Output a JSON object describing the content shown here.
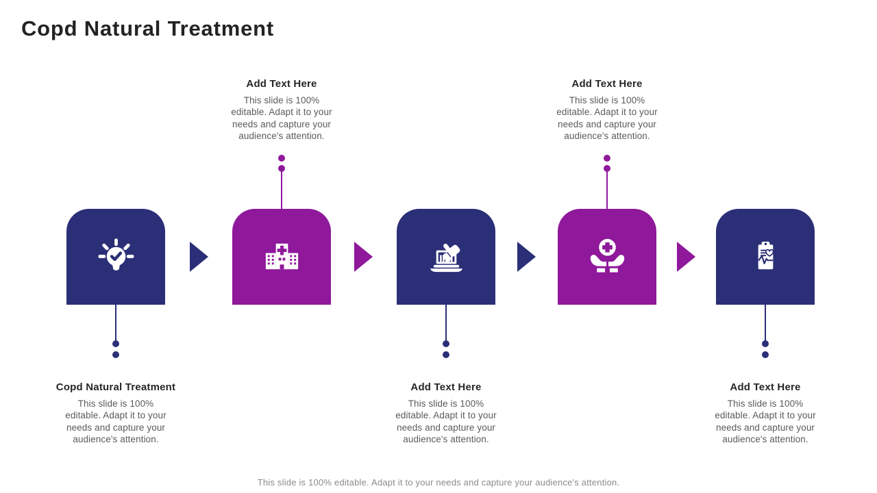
{
  "title": "Copd Natural Treatment",
  "footer": "This slide is 100% editable. Adapt it to your needs and capture your audience's attention.",
  "colors": {
    "navy": "#2B2F77",
    "purple": "#8F189B",
    "heading_text": "#262626",
    "body_text": "#5A5A5A",
    "footer_text": "#8A8A8A"
  },
  "steps": [
    {
      "icon": "lightbulb-check-icon",
      "tile_color": "navy",
      "text_position": "below",
      "heading": "Copd Natural Treatment",
      "body": "This slide is 100%\neditable. Adapt it to your\nneeds and capture your\naudience's attention."
    },
    {
      "icon": "hospital-icon",
      "tile_color": "purple",
      "text_position": "above",
      "heading": "Add Text Here",
      "body": "This slide is 100%\neditable. Adapt it to your\nneeds and capture your\naudience's attention."
    },
    {
      "icon": "laptop-thumbs-up-icon",
      "tile_color": "navy",
      "text_position": "below",
      "heading": "Add Text Here",
      "body": "This slide is 100%\neditable. Adapt it to your\nneeds and capture your\naudience's attention."
    },
    {
      "icon": "hands-medical-cross-icon",
      "tile_color": "purple",
      "text_position": "above",
      "heading": "Add Text Here",
      "body": "This slide is 100%\neditable. Adapt it to your\nneeds and capture your\naudience's attention."
    },
    {
      "icon": "medical-clipboard-icon",
      "tile_color": "navy",
      "text_position": "below",
      "heading": "Add Text Here",
      "body": "This slide is 100%\neditable. Adapt it to your\nneeds and capture your\naudience's attention."
    }
  ],
  "arrows": [
    {
      "direction": "right",
      "color": "navy"
    },
    {
      "direction": "right",
      "color": "purple"
    },
    {
      "direction": "right",
      "color": "navy"
    },
    {
      "direction": "right",
      "color": "purple"
    }
  ]
}
